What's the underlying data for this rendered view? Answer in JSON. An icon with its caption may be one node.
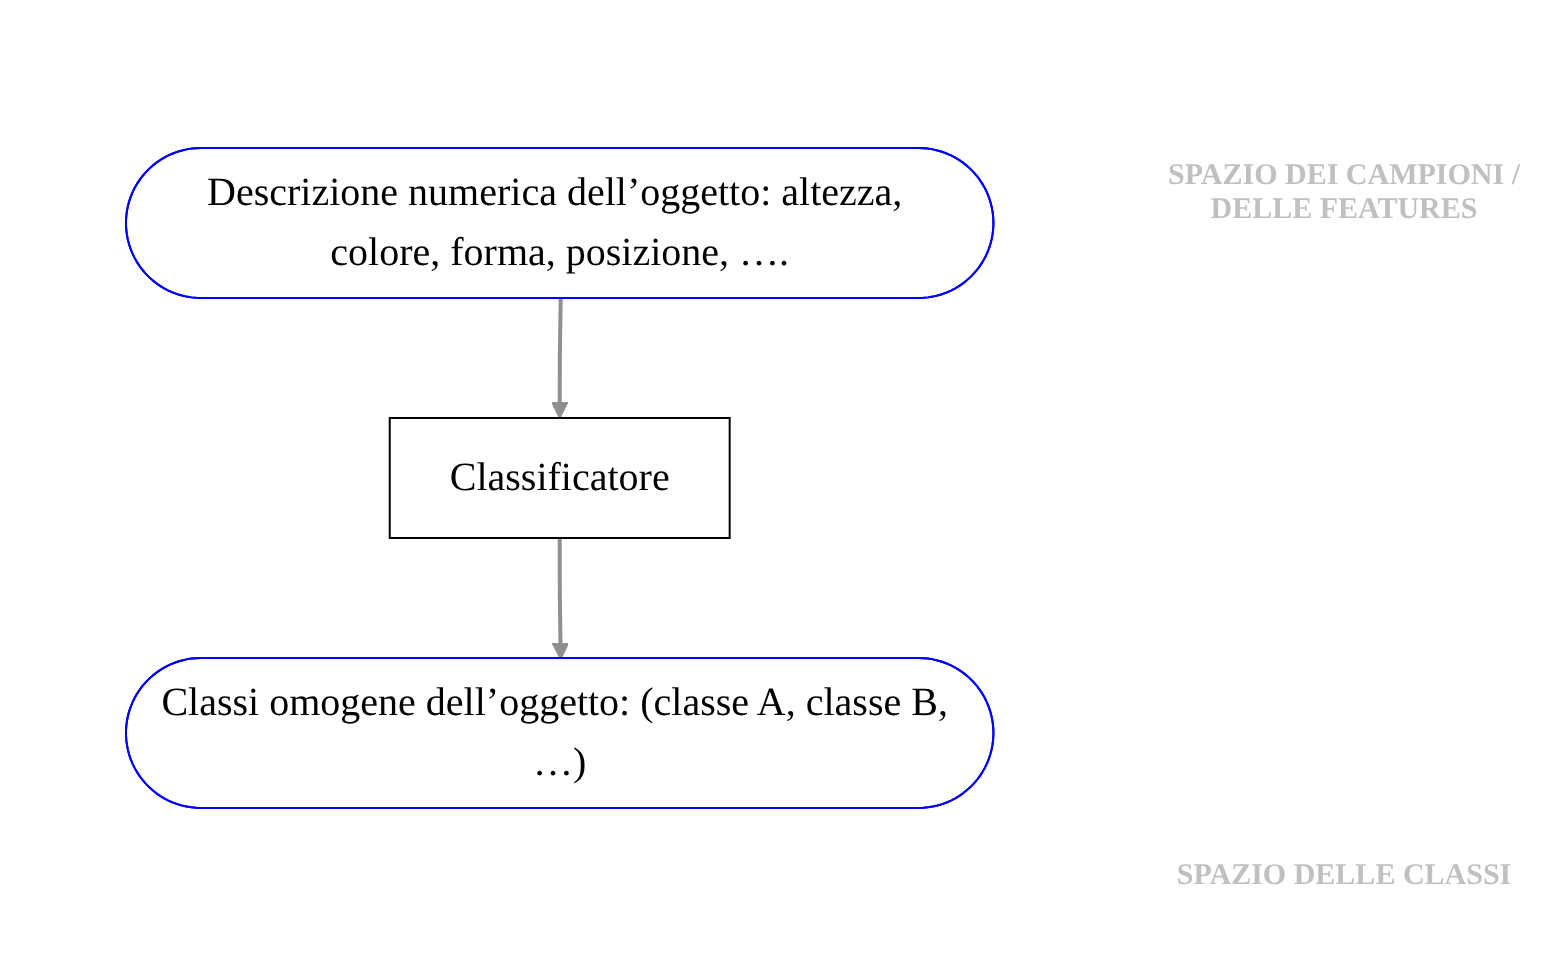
{
  "diagram": {
    "nodes": [
      {
        "text": [
          "Descrizione numerica dell’oggetto: altezza, colore, forma, posizione, …."
        ]
      },
      {
        "text": [
          "Classificatore"
        ]
      },
      {
        "text": [
          "Classi omogene dell’oggetto: (classe A, classe B, …)"
        ]
      }
    ],
    "edges": [
      {
        "from": 0,
        "to": 1,
        "arrow": "to"
      },
      {
        "from": 1,
        "to": 2,
        "arrow": "to"
      }
    ],
    "labels": [
      "SPAZIO DEI CAMPIONI / DELLE FEATURES",
      "SPAZIO DELLE CLASSI"
    ]
  }
}
